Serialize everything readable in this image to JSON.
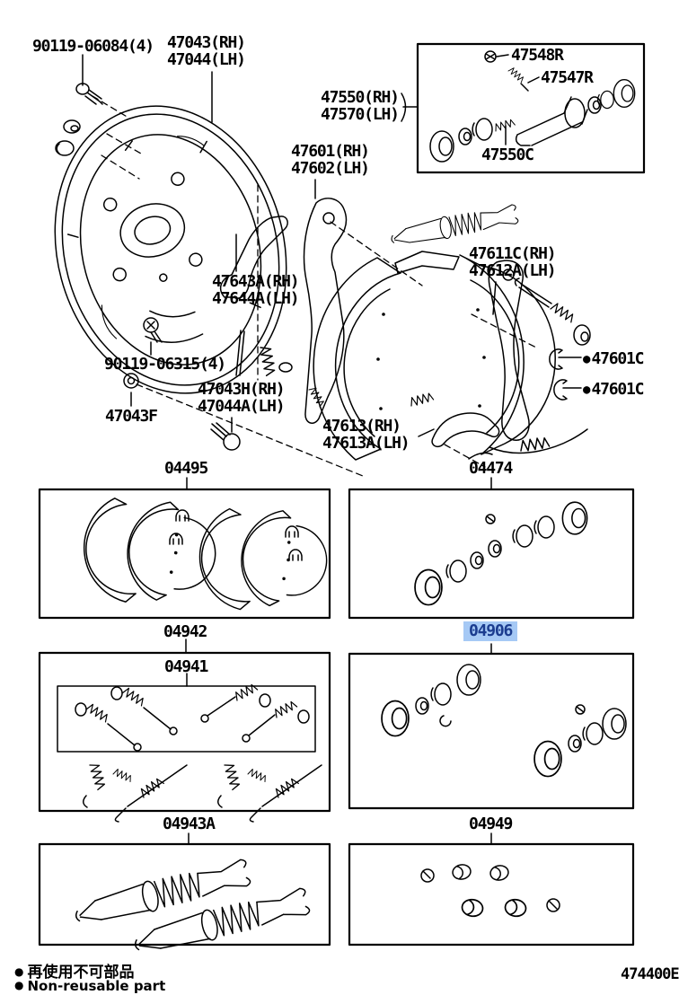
{
  "colors": {
    "highlight_bg": "#a6c9f5",
    "highlight_text": "#1b3c8f",
    "line": "#000000"
  },
  "glyphs": {
    "bullet": "●"
  },
  "selected_part": "04906",
  "part_labels": {
    "bolt_set": "90119-06084(4)",
    "backing_plate_rh": "47043(RH)",
    "backing_plate_lh": "47044(LH)",
    "wheel_cyl_rh": "47550(RH)",
    "wheel_cyl_lh": "47570(LH)",
    "bleeder_screw": "47548R",
    "bleeder_cap": "47547R",
    "cylinder_kit": "47550C",
    "adj_lever_rh": "47601(RH)",
    "adj_lever_lh": "47602(LH)",
    "pk_lever_rh": "47611C(RH)",
    "pk_lever_lh": "47612A(LH)",
    "strut_rh": "47643A(RH)",
    "strut_lh": "47644A(LH)",
    "clip_1": "47601C",
    "clip_2": "47601C",
    "bolt_set2": "90119-06315(4)",
    "nut": "47043F",
    "plug_rh": "47043H(RH)",
    "plug_lh": "47044A(LH)",
    "shoe_rh": "47613(RH)",
    "shoe_lh": "47613A(LH)"
  },
  "kit_labels": {
    "shoe_kit": "04495",
    "wheel_cylinder_kit": "04474",
    "spring_kit": "04942",
    "spring_kit_inner": "04941",
    "cup_kit": "04906",
    "adjuster_kit": "04943A",
    "bleeder_cap_kit": "04949"
  },
  "footer": {
    "bullet": "●",
    "jp": "再使用不可部品",
    "en": "Non-reusable part"
  },
  "doc_number": "474400E"
}
